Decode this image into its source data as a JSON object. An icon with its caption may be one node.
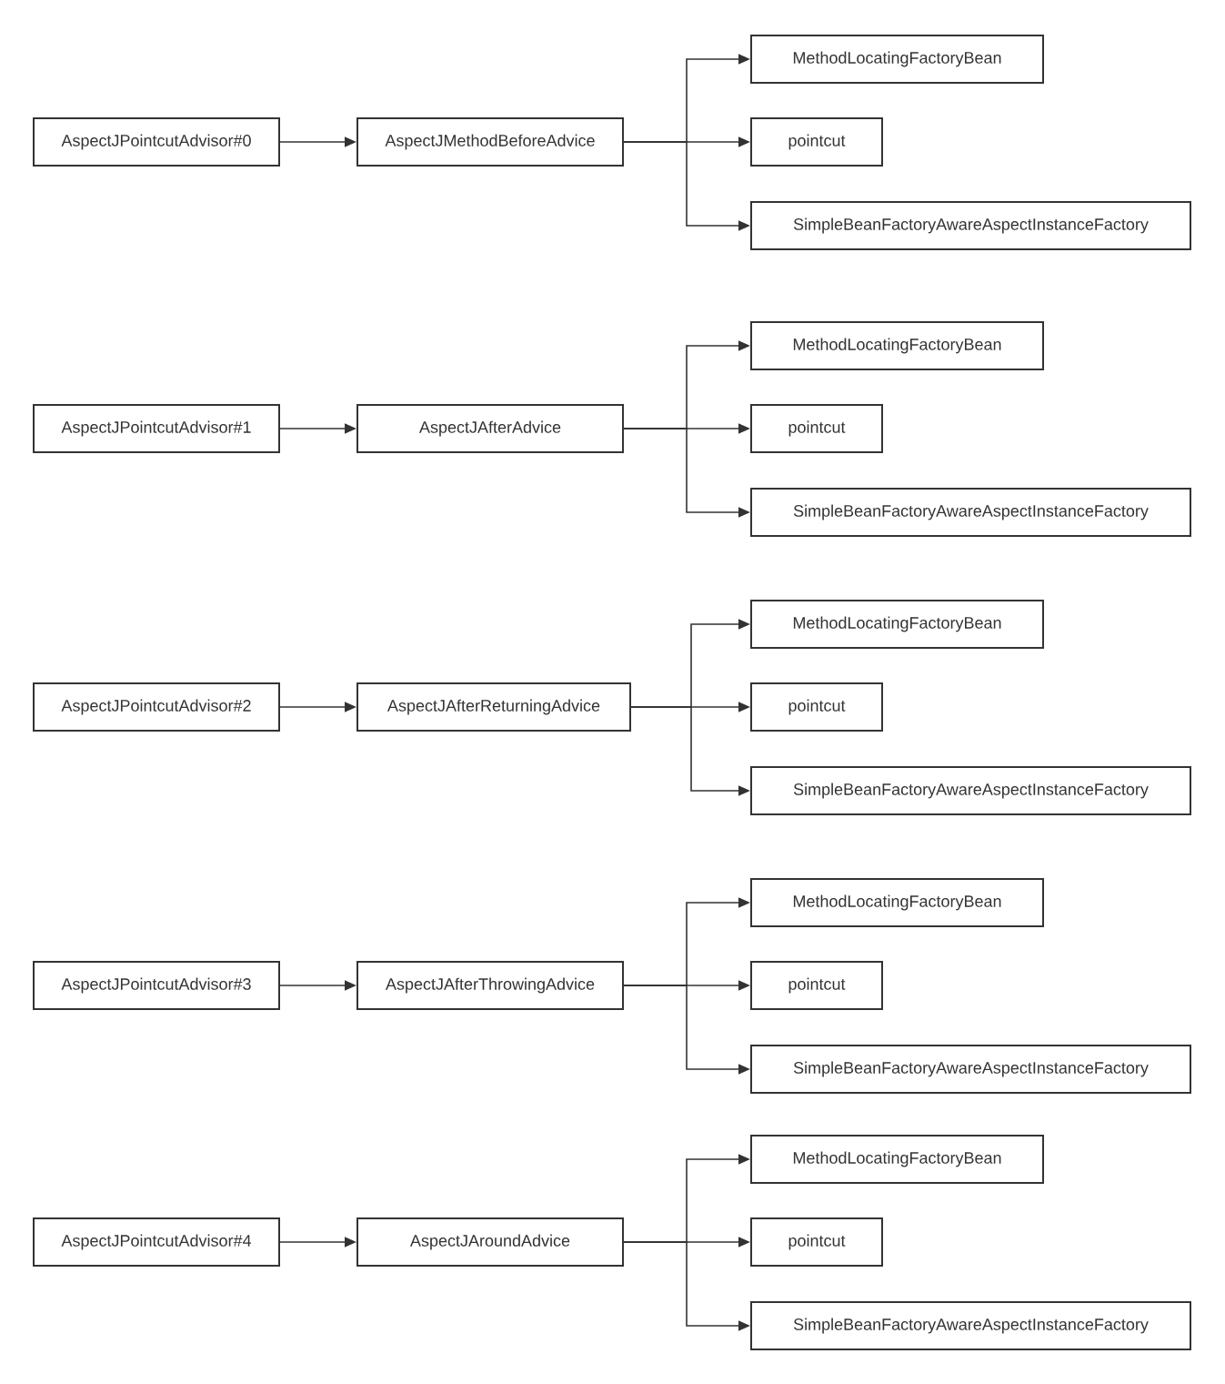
{
  "diagram": {
    "nodes": [
      {
        "text": [
          "AspectJPointcutAdvisor#0"
        ]
      },
      {
        "text": [
          "AspectJMethodBeforeAdvice"
        ]
      },
      {
        "text": [
          "MethodLocatingFactoryBean"
        ]
      },
      {
        "text": [
          "pointcut"
        ]
      },
      {
        "text": [
          "SimpleBeanFactoryAwareAspectInstanceFactory"
        ]
      },
      {
        "text": [
          "AspectJPointcutAdvisor#1"
        ]
      },
      {
        "text": [
          "AspectJAfterAdvice"
        ]
      },
      {
        "text": [
          "MethodLocatingFactoryBean"
        ]
      },
      {
        "text": [
          "pointcut"
        ]
      },
      {
        "text": [
          "SimpleBeanFactoryAwareAspectInstanceFactory"
        ]
      },
      {
        "text": [
          "AspectJPointcutAdvisor#2"
        ]
      },
      {
        "text": [
          "AspectJAfterReturningAdvice"
        ]
      },
      {
        "text": [
          "MethodLocatingFactoryBean"
        ]
      },
      {
        "text": [
          "pointcut"
        ]
      },
      {
        "text": [
          "SimpleBeanFactoryAwareAspectInstanceFactory"
        ]
      },
      {
        "text": [
          "AspectJPointcutAdvisor#3"
        ]
      },
      {
        "text": [
          "AspectJAfterThrowingAdvice"
        ]
      },
      {
        "text": [
          "MethodLocatingFactoryBean"
        ]
      },
      {
        "text": [
          "pointcut"
        ]
      },
      {
        "text": [
          "SimpleBeanFactoryAwareAspectInstanceFactory"
        ]
      },
      {
        "text": [
          "AspectJPointcutAdvisor#4"
        ]
      },
      {
        "text": [
          "AspectJAroundAdvice"
        ]
      },
      {
        "text": [
          "MethodLocatingFactoryBean"
        ]
      },
      {
        "text": [
          "pointcut"
        ]
      },
      {
        "text": [
          "SimpleBeanFactoryAwareAspectInstanceFactory"
        ]
      }
    ],
    "edges": [
      {
        "from": 0,
        "to": 1,
        "arrow": "to"
      },
      {
        "from": 1,
        "to": 2,
        "arrow": "to"
      },
      {
        "from": 1,
        "to": 3,
        "arrow": "to"
      },
      {
        "from": 1,
        "to": 4,
        "arrow": "to"
      },
      {
        "from": 5,
        "to": 6,
        "arrow": "to"
      },
      {
        "from": 6,
        "to": 7,
        "arrow": "to"
      },
      {
        "from": 6,
        "to": 8,
        "arrow": "to"
      },
      {
        "from": 6,
        "to": 9,
        "arrow": "to"
      },
      {
        "from": 10,
        "to": 11,
        "arrow": "to"
      },
      {
        "from": 11,
        "to": 12,
        "arrow": "to"
      },
      {
        "from": 11,
        "to": 13,
        "arrow": "to"
      },
      {
        "from": 11,
        "to": 14,
        "arrow": "to"
      },
      {
        "from": 15,
        "to": 16,
        "arrow": "to"
      },
      {
        "from": 16,
        "to": 17,
        "arrow": "to"
      },
      {
        "from": 16,
        "to": 18,
        "arrow": "to"
      },
      {
        "from": 16,
        "to": 19,
        "arrow": "to"
      },
      {
        "from": 20,
        "to": 21,
        "arrow": "to"
      },
      {
        "from": 21,
        "to": 22,
        "arrow": "to"
      },
      {
        "from": 21,
        "to": 23,
        "arrow": "to"
      },
      {
        "from": 21,
        "to": 24,
        "arrow": "to"
      }
    ]
  }
}
